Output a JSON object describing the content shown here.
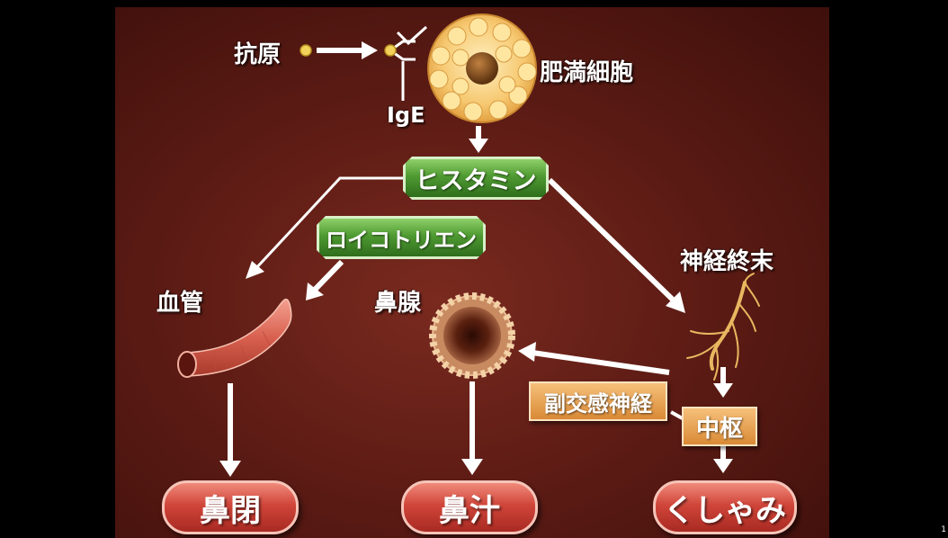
{
  "labels": {
    "antigen": "抗原",
    "ige": "IgE",
    "mast_cell": "肥満細胞",
    "blood_vessel": "血管",
    "nasal_gland": "鼻腺",
    "nerve_ending": "神経終末"
  },
  "mediators": {
    "histamine": "ヒスタミン",
    "leukotriene": "ロイコトリエン"
  },
  "nervous": {
    "parasympathetic": "副交感神経",
    "center": "中枢"
  },
  "symptoms": {
    "congestion": "鼻閉",
    "discharge": "鼻汁",
    "sneeze": "くしゃみ"
  },
  "page_number": "1",
  "colors": {
    "background": "#5e1c15",
    "mediator_box": "#4f9a32",
    "nerve_box": "#e0a050",
    "symptom_pill": "#d0453a",
    "arrow": "#ffffff"
  }
}
